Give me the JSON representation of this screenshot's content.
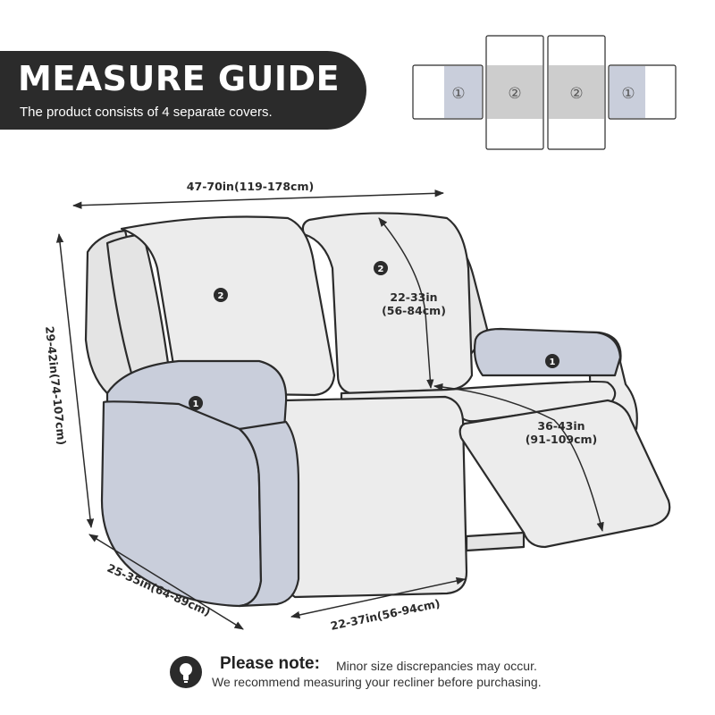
{
  "header": {
    "title": "MEASURE GUIDE",
    "subtitle": "The product consists of 4 separate covers."
  },
  "covers_legend": {
    "pieces": [
      {
        "label": "①",
        "kind": "armrest"
      },
      {
        "label": "②",
        "kind": "seat"
      },
      {
        "label": "②",
        "kind": "seat"
      },
      {
        "label": "①",
        "kind": "armrest"
      }
    ]
  },
  "measurements": {
    "width": "47-70in(119-178cm)",
    "height": "29-42in(74-107cm)",
    "depth": "25-35in(64-89cm)",
    "seat_width": "22-37in(56-94cm)",
    "backrest_in": "22-33in",
    "backrest_cm": "(56-84cm)",
    "footrest_in": "36-43in",
    "footrest_cm": "(91-109cm)"
  },
  "badges": {
    "backrest_left": "2",
    "backrest_right": "2",
    "armrest_left": "1",
    "armrest_right": "1"
  },
  "note": {
    "heading": "Please note:",
    "line1": "Minor size discrepancies may occur.",
    "line2": "We recommend measuring your recliner before purchasing."
  },
  "colors": {
    "cover_gray": "#ececec",
    "armrest_blue": "#c9cedb",
    "outline": "#2b2b2b",
    "banner": "#2b2b2b"
  }
}
